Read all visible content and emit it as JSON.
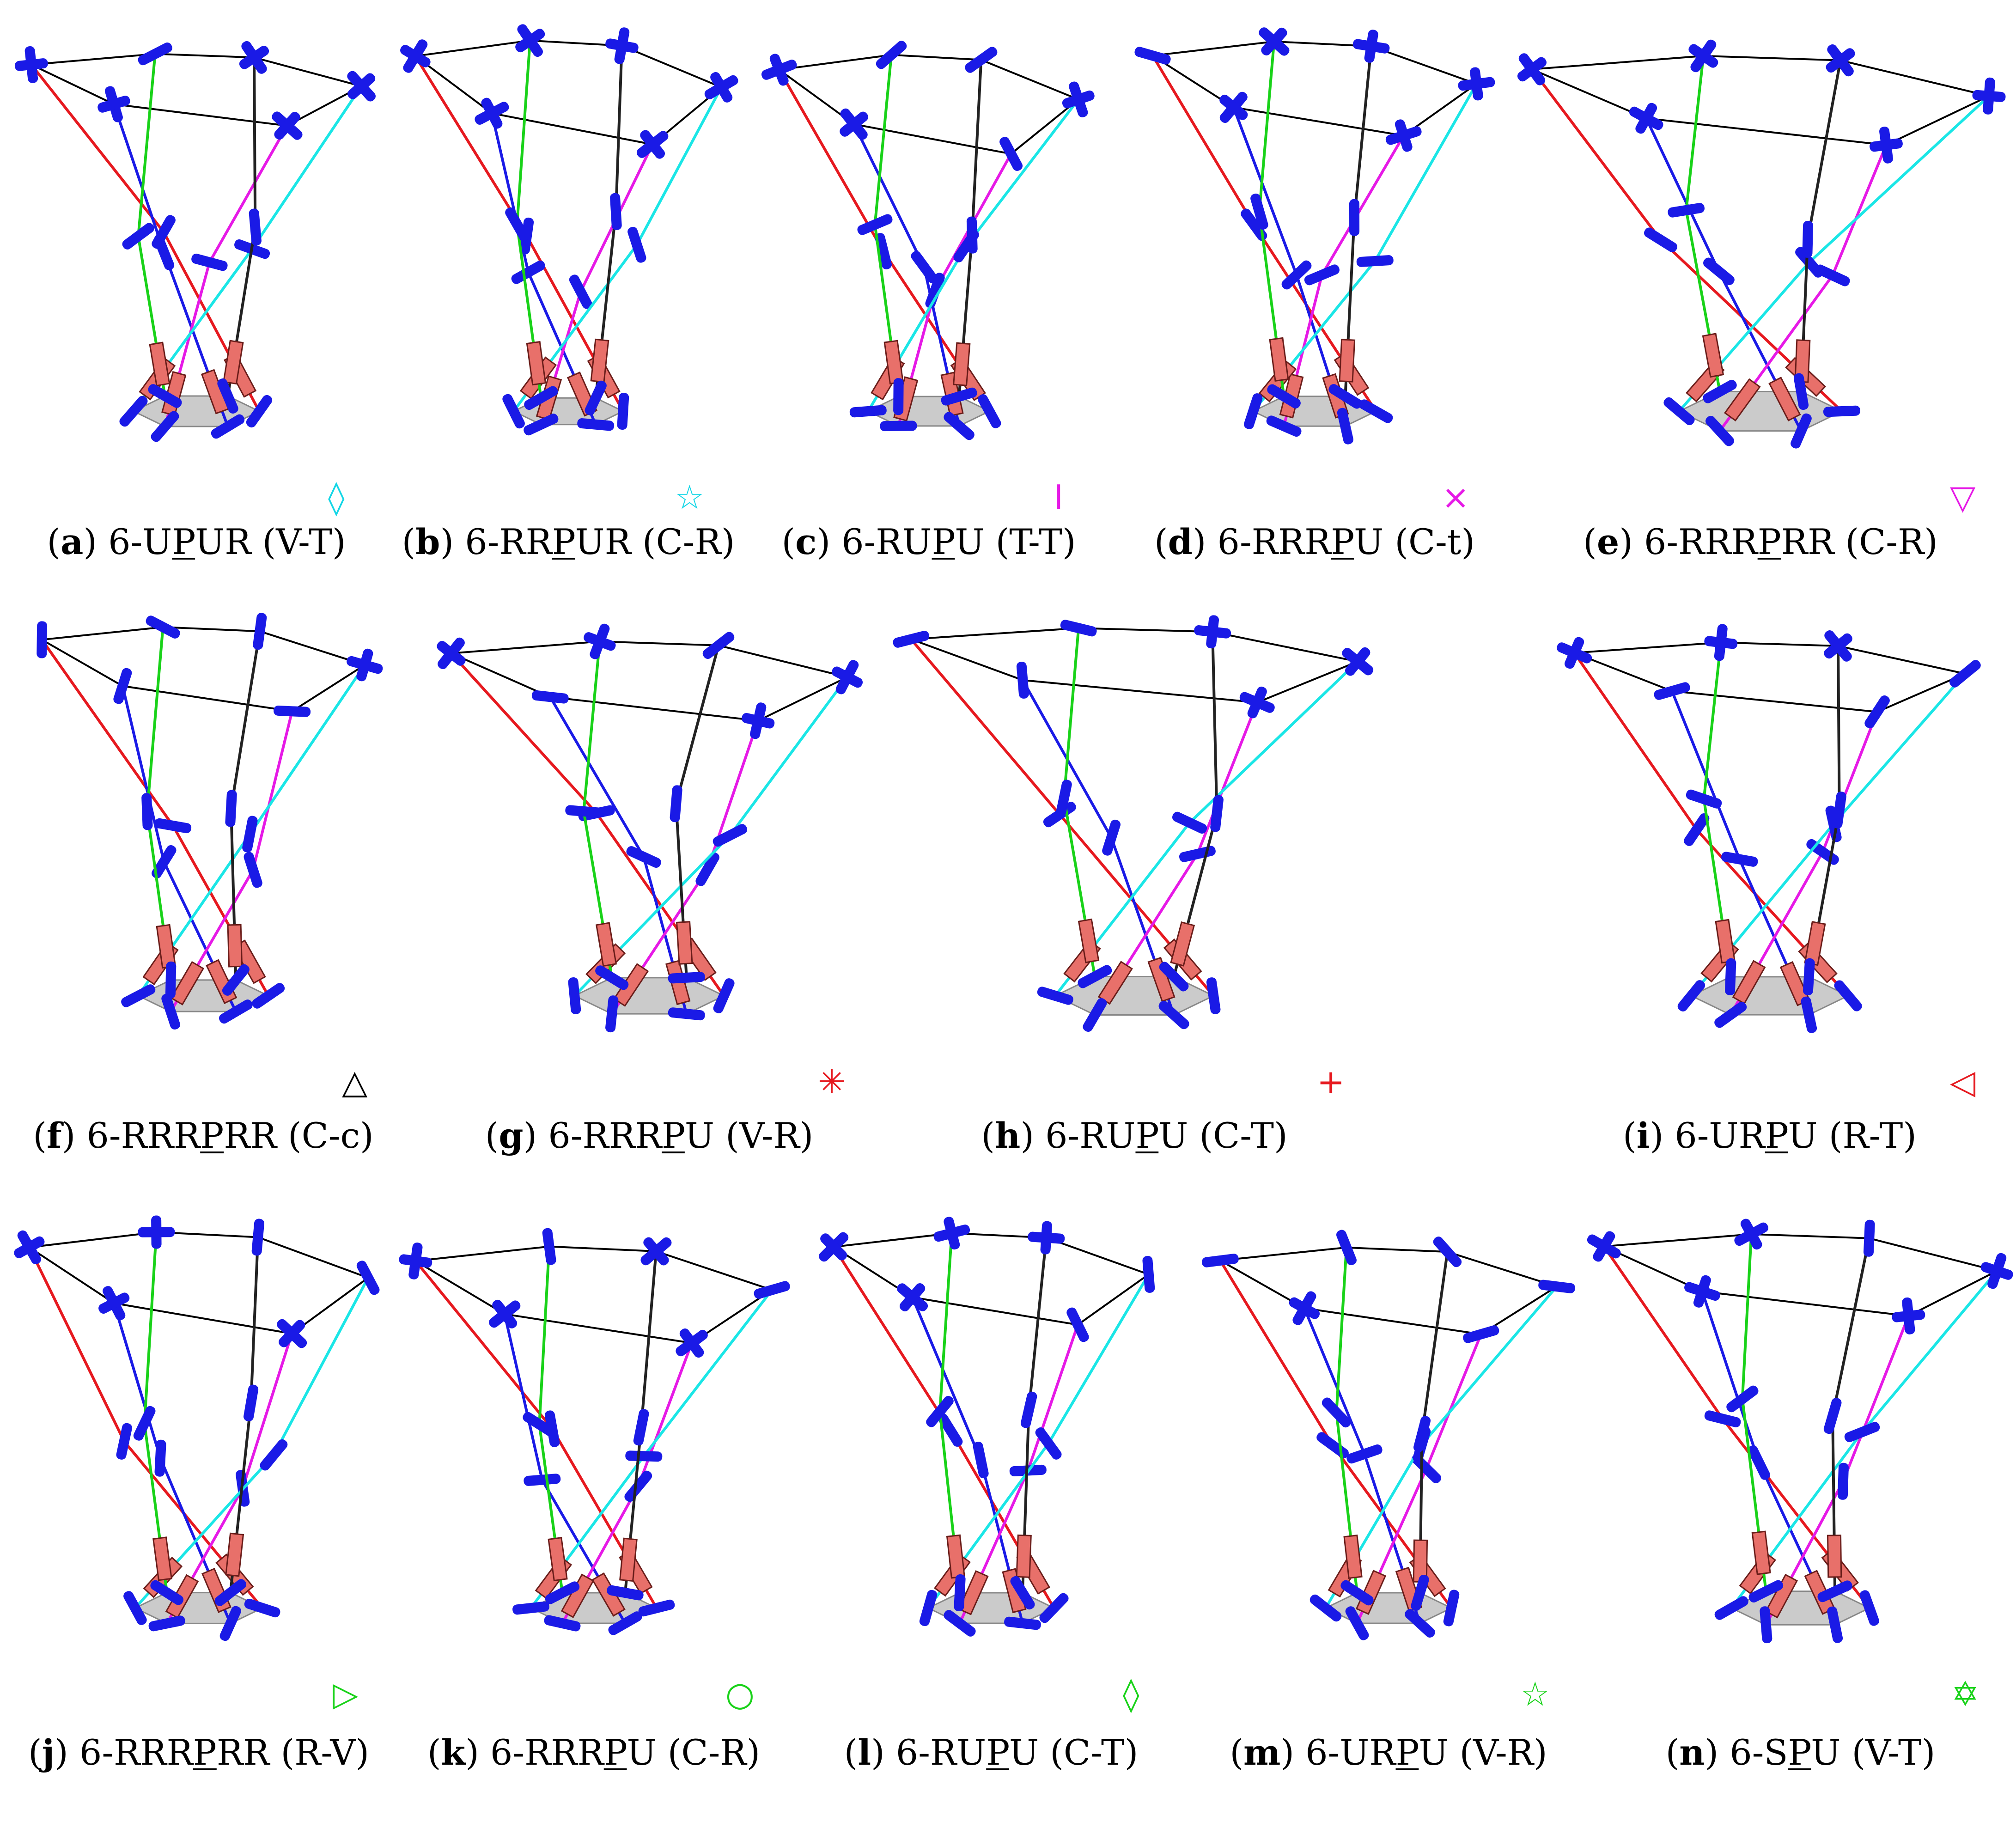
{
  "colors": {
    "link_colors": [
      "#e6191f",
      "#1a1ae6",
      "#e619e6",
      "#1ae6e6",
      "#19d219",
      "#222222"
    ],
    "joint": "#1a1ae6",
    "prismatic": "#e8706a",
    "base": "#b5b5b5",
    "frame": "#000000"
  },
  "panels": [
    {
      "id": "a",
      "prefix": "6-U",
      "prismatic": "P",
      "suffix": "UR",
      "config": "(V-T)",
      "marker": "◊",
      "marker_color": "#14d6e6",
      "marker_icon": "diamond-icon"
    },
    {
      "id": "b",
      "prefix": "6-RR",
      "prismatic": "P",
      "suffix": "UR",
      "config": "(C-R)",
      "marker": "☆",
      "marker_color": "#14d6e6",
      "marker_icon": "star-icon"
    },
    {
      "id": "c",
      "prefix": "6-RU",
      "prismatic": "P",
      "suffix": "U",
      "config": "(T-T)",
      "marker": "I",
      "marker_color": "#e619e6",
      "marker_icon": "vertical-bar-icon"
    },
    {
      "id": "d",
      "prefix": "6-RRR",
      "prismatic": "P",
      "suffix": "U",
      "config": "(C-t)",
      "marker": "×",
      "marker_color": "#e619e6",
      "marker_icon": "cross-icon"
    },
    {
      "id": "e",
      "prefix": "6-RRR",
      "prismatic": "P",
      "suffix": "RR",
      "config": "(C-R)",
      "marker": "▽",
      "marker_color": "#e619e6",
      "marker_icon": "triangle-down-icon"
    },
    {
      "id": "f",
      "prefix": "6-RRR",
      "prismatic": "P",
      "suffix": "RR",
      "config": "(C-c)",
      "marker": "△",
      "marker_color": "#000000",
      "marker_icon": "triangle-up-icon"
    },
    {
      "id": "g",
      "prefix": "6-RRR",
      "prismatic": "P",
      "suffix": "U",
      "config": "(V-R)",
      "marker": "✳",
      "marker_color": "#e6191f",
      "marker_icon": "asterisk-icon"
    },
    {
      "id": "h",
      "prefix": "6-RU",
      "prismatic": "P",
      "suffix": "U",
      "config": "(C-T)",
      "marker": "+",
      "marker_color": "#e6191f",
      "marker_icon": "plus-icon"
    },
    {
      "id": "i",
      "prefix": "6-UR",
      "prismatic": "P",
      "suffix": "U",
      "config": "(R-T)",
      "marker": "◁",
      "marker_color": "#e6191f",
      "marker_icon": "triangle-left-icon"
    },
    {
      "id": "j",
      "prefix": "6-RRR",
      "prismatic": "P",
      "suffix": "RR",
      "config": "(R-V)",
      "marker": "▷",
      "marker_color": "#19d219",
      "marker_icon": "triangle-right-icon"
    },
    {
      "id": "k",
      "prefix": "6-RRR",
      "prismatic": "P",
      "suffix": "U",
      "config": "(C-R)",
      "marker": "○",
      "marker_color": "#19d219",
      "marker_icon": "circle-icon"
    },
    {
      "id": "l",
      "prefix": "6-RU",
      "prismatic": "P",
      "suffix": "U",
      "config": "(C-T)",
      "marker": "◊",
      "marker_color": "#19d219",
      "marker_icon": "diamond-icon"
    },
    {
      "id": "m",
      "prefix": "6-UR",
      "prismatic": "P",
      "suffix": "U",
      "config": "(V-R)",
      "marker": "☆",
      "marker_color": "#19d219",
      "marker_icon": "star-icon"
    },
    {
      "id": "n",
      "prefix": "6-S",
      "prismatic": "P",
      "suffix": "U",
      "config": "(V-T)",
      "marker": "✡",
      "marker_color": "#19d219",
      "marker_icon": "hexagram-icon"
    }
  ]
}
